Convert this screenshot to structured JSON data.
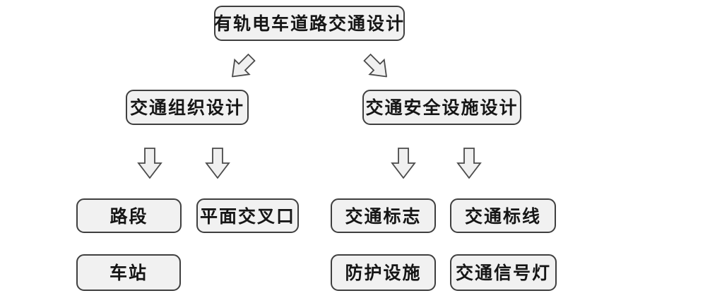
{
  "diagram": {
    "type": "flowchart",
    "background": "#ffffff",
    "colors": {
      "box_fill": "#f1f1f1",
      "box_border": "#3f3f3f",
      "text": "#161616",
      "arrow_fill": "#f0f0f0",
      "arrow_border": "#4a4a4a"
    },
    "nodes": {
      "root": "有轨电车道路交通设计",
      "left_branch": "交通组织设计",
      "right_branch": "交通安全设施设计",
      "road_segment": "路段",
      "at_grade_intersection": "平面交叉口",
      "station": "车站",
      "traffic_sign": "交通标志",
      "traffic_marking": "交通标线",
      "protection_facility": "防护设施",
      "traffic_signal_light": "交通信号灯"
    },
    "hierarchy": [
      {
        "parent": "有轨电车道路交通设计",
        "children": [
          "交通组织设计",
          "交通安全设施设计"
        ]
      },
      {
        "parent": "交通组织设计",
        "children": [
          "路段",
          "平面交叉口",
          "车站"
        ]
      },
      {
        "parent": "交通安全设施设计",
        "children": [
          "交通标志",
          "交通标线",
          "防护设施",
          "交通信号灯"
        ]
      }
    ]
  }
}
